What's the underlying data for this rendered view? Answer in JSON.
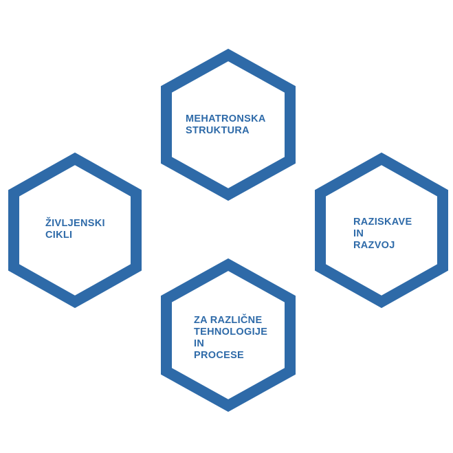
{
  "accent_color": "#2e6aa8",
  "background_color": "#ffffff",
  "hexagons": [
    {
      "id": "mehatronska",
      "lines": [
        "MEHATRONSKA",
        "STRUKTURA"
      ]
    },
    {
      "id": "zivljenski",
      "lines": [
        "ŽIVLJENSKI",
        "CIKLI"
      ]
    },
    {
      "id": "raziskave",
      "lines": [
        "RAZISKAVE",
        "IN",
        "RAZVOJ"
      ]
    },
    {
      "id": "tehnologije",
      "lines": [
        "ZA RAZLIČNE",
        "TEHNOLOGIJE",
        "IN",
        "PROCESE"
      ]
    }
  ]
}
